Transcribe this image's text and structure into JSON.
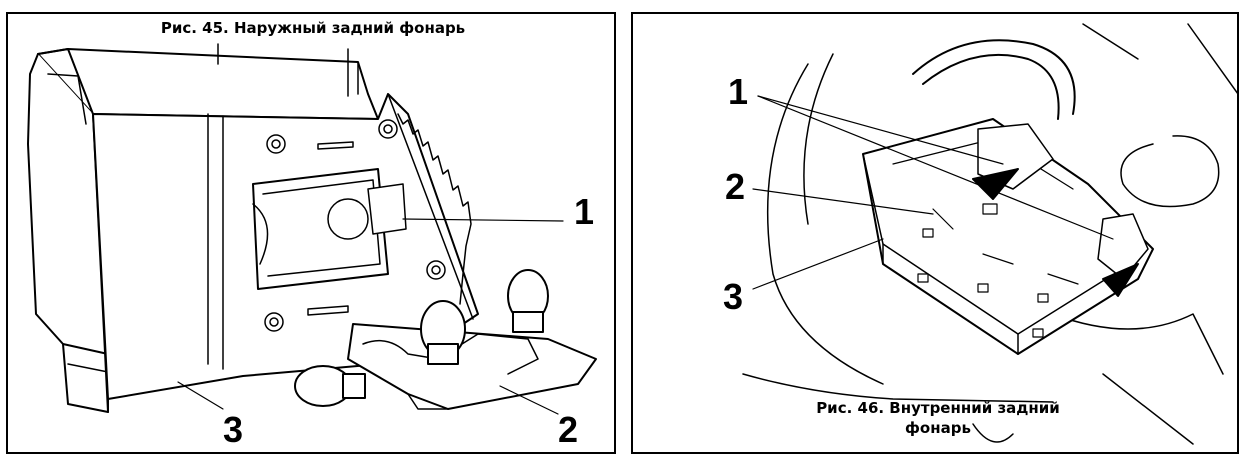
{
  "figures": [
    {
      "caption": "Рис. 45. Наружный задний фонарь",
      "callouts": [
        "1",
        "2",
        "3"
      ]
    },
    {
      "caption_line1": "Рис. 46. Внутренний задний",
      "caption_line2": "фонарь",
      "callouts": [
        "1",
        "2",
        "3"
      ]
    }
  ]
}
